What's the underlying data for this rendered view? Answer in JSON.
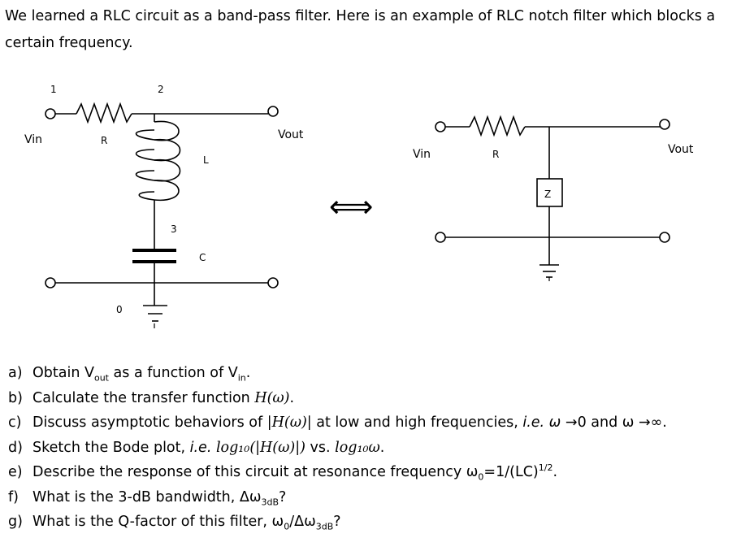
{
  "intro": {
    "line1": "We learned a RLC circuit as a band-pass filter. Here is an example of RLC notch filter which blocks a",
    "line2": "certain frequency."
  },
  "circuit_left": {
    "node1": "1",
    "node2": "2",
    "node3": "3",
    "node0": "0",
    "vin": "Vin",
    "r": "R",
    "vout": "Vout",
    "l": "L",
    "c": "C"
  },
  "circuit_right": {
    "vin": "Vin",
    "r": "R",
    "vout": "Vout",
    "z": "Z"
  },
  "equivalence_symbol": "⟺",
  "questions": [
    {
      "label": "a)",
      "pre": "Obtain V",
      "sub1": "out",
      "mid": " as a function of V",
      "sub2": "in",
      "post": "."
    },
    {
      "label": "b)",
      "pre": "Calculate the transfer function ",
      "math": "H(ω)",
      "post": "."
    },
    {
      "label": "c)",
      "pre": "Discuss asymptotic behaviors of ",
      "math": "|H(ω)|",
      "mid": " at low and high frequencies, ",
      "ital": "i.e. ω",
      "post": " →0 and ω →∞."
    },
    {
      "label": "d)",
      "pre": "Sketch the Bode plot, ",
      "ital": "i.e.",
      "math": " log₁₀(|H(ω)|)",
      "mid": " vs. ",
      "math2": "log₁₀ω",
      "post": "."
    },
    {
      "label": "e)",
      "pre": "Describe the response of this circuit at resonance frequency ω",
      "sub1": "0",
      "mid": "=1/(LC)",
      "sup1": "1/2",
      "post": "."
    },
    {
      "label": "f)",
      "pre": "What is the 3-dB bandwidth, Δω",
      "sub1": "3dB",
      "post": "?"
    },
    {
      "label": "g)",
      "pre": "What is the Q-factor of this filter, ω",
      "sub1": "0",
      "mid": "/Δω",
      "sub2": "3dB",
      "post": "?"
    }
  ]
}
